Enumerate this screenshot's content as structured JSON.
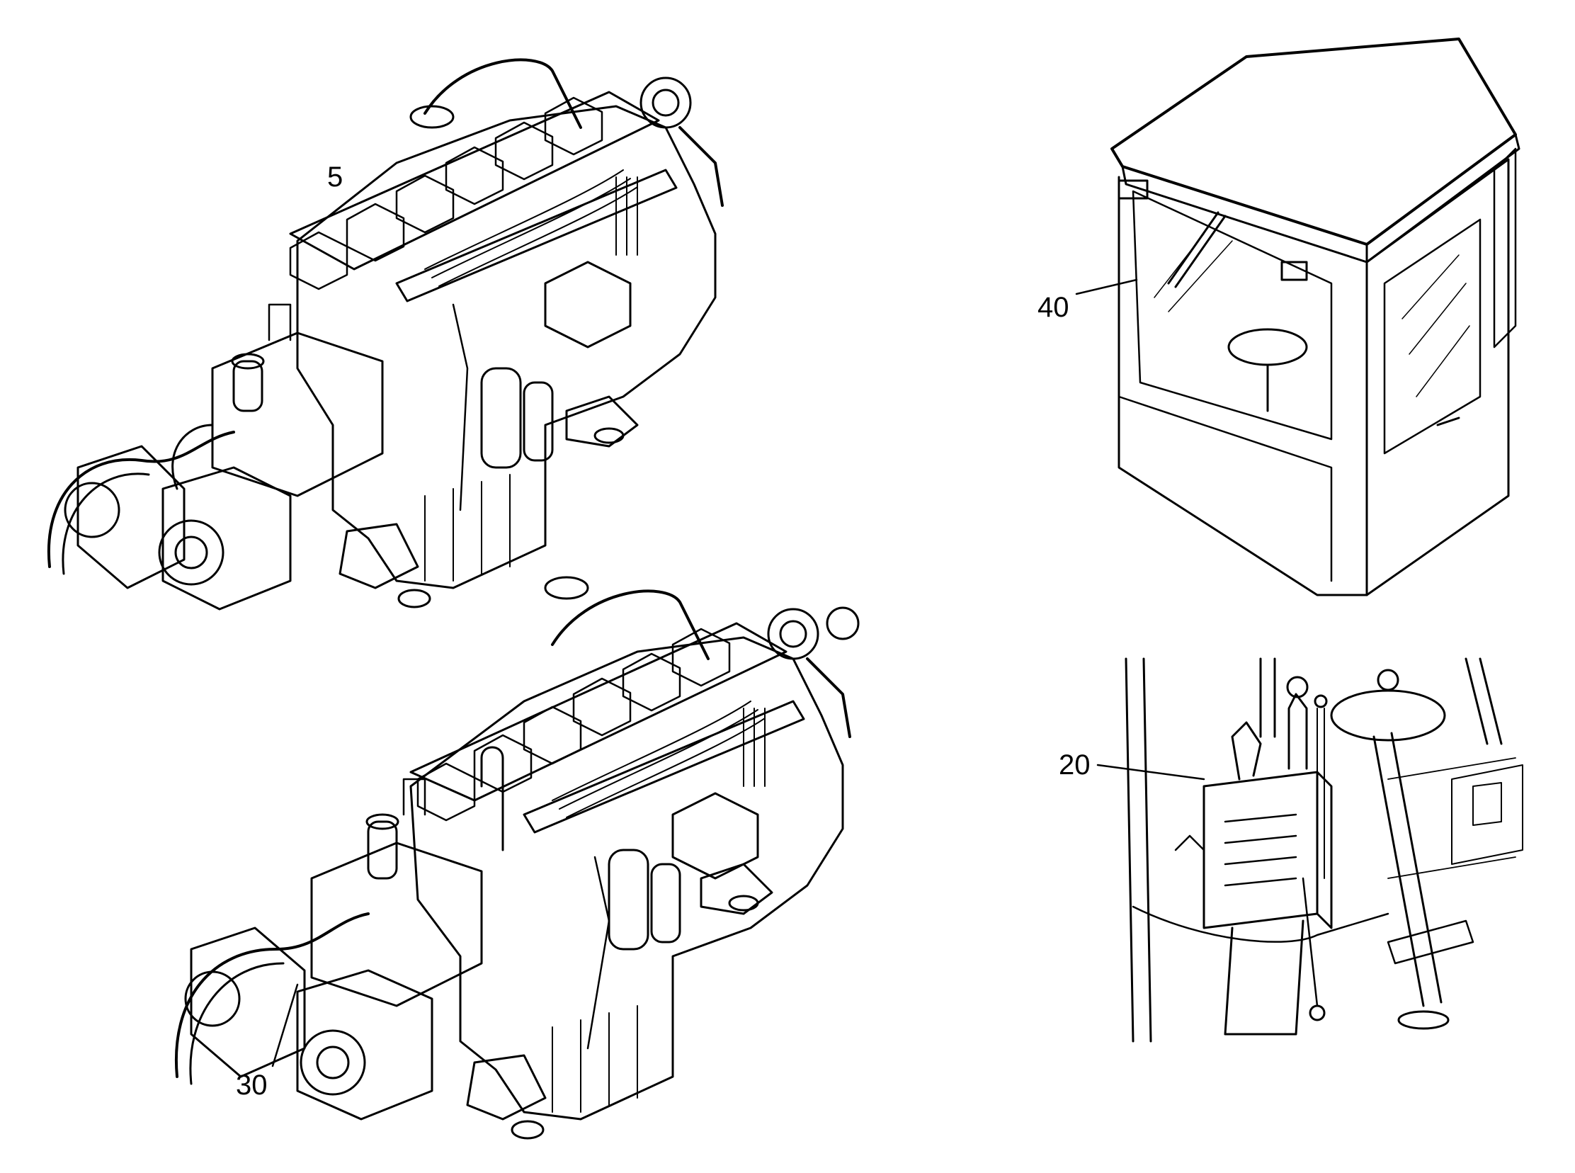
{
  "callouts": [
    {
      "id": "c5",
      "label": "5"
    },
    {
      "id": "c30",
      "label": "30"
    },
    {
      "id": "c40",
      "label": "40"
    },
    {
      "id": "c20",
      "label": "20"
    }
  ],
  "colors": {
    "ink": "#000000",
    "paper": "#ffffff"
  }
}
